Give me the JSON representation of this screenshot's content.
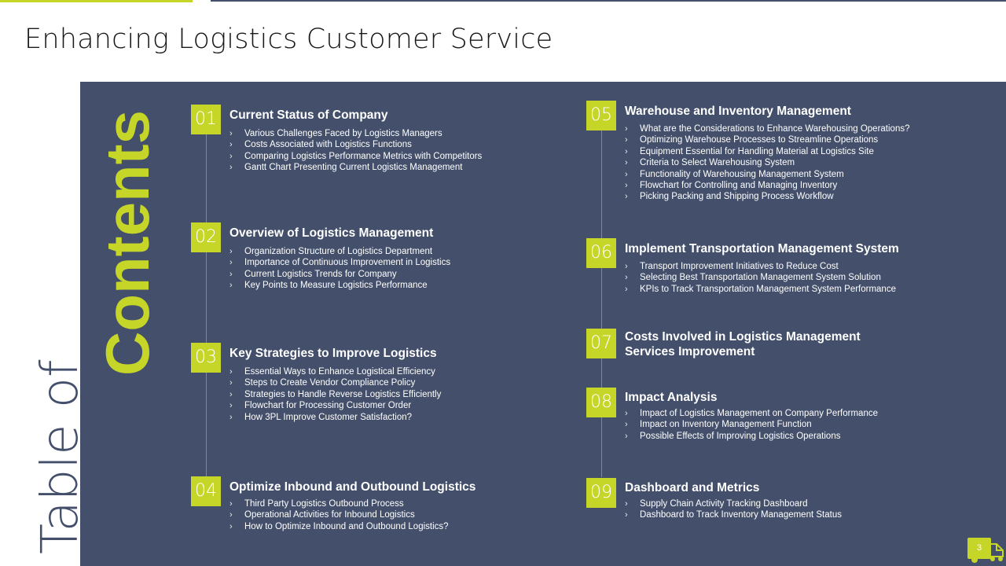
{
  "title": "Enhancing Logistics Customer Service",
  "side_title": {
    "line1": "Table of",
    "line2": "Contents"
  },
  "page_number": "3",
  "sections": [
    {
      "num": "01",
      "title": "Current Status of Company",
      "items": [
        "Various Challenges Faced by Logistics Managers",
        "Costs Associated with Logistics Functions",
        "Comparing Logistics Performance Metrics with Competitors",
        "Gantt Chart Presenting Current Logistics Management"
      ]
    },
    {
      "num": "02",
      "title": "Overview of Logistics Management",
      "items": [
        "Organization Structure of Logistics Department",
        "Importance of Continuous Improvement in Logistics",
        "Current Logistics Trends for Company",
        "Key Points to Measure Logistics Performance"
      ]
    },
    {
      "num": "03",
      "title": "Key Strategies to Improve Logistics",
      "items": [
        "Essential Ways to Enhance Logistical Efficiency",
        "Steps to Create Vendor Compliance Policy",
        "Strategies to Handle Reverse Logistics Efficiently",
        "Flowchart for Processing Customer Order",
        "How 3PL Improve Customer Satisfaction?"
      ]
    },
    {
      "num": "04",
      "title": "Optimize Inbound and Outbound Logistics",
      "items": [
        "Third Party Logistics Outbound Process",
        "Operational Activities for Inbound Logistics",
        "How to Optimize Inbound and Outbound Logistics?"
      ]
    },
    {
      "num": "05",
      "title": "Warehouse and Inventory Management",
      "items": [
        "What are the Considerations to Enhance Warehousing Operations?",
        "Optimizing Warehouse Processes to Streamline Operations",
        "Equipment Essential for Handling Material at Logistics Site",
        "Criteria to Select Warehousing System",
        "Functionality of Warehousing Management System",
        "Flowchart for Controlling and Managing Inventory",
        "Picking Packing and Shipping Process Workflow"
      ]
    },
    {
      "num": "06",
      "title": "Implement Transportation Management System",
      "items": [
        "Transport Improvement Initiatives to Reduce Cost",
        "Selecting Best Transportation Management System Solution",
        "KPIs to Track Transportation Management System Performance"
      ]
    },
    {
      "num": "07",
      "title_lines": [
        "Costs Involved in Logistics Management",
        "Services Improvement"
      ],
      "items": []
    },
    {
      "num": "08",
      "title": "Impact Analysis",
      "items": [
        "Impact of Logistics Management on Company Performance",
        "Impact on Inventory Management Function",
        "Possible Effects of Improving Logistics Operations"
      ]
    },
    {
      "num": "09",
      "title": "Dashboard and Metrics",
      "items": [
        "Supply Chain Activity Tracking Dashboard",
        "Dashboard to Track Inventory Management Status"
      ]
    }
  ],
  "colors": {
    "accent": "#c6d629",
    "panel": "#44506b",
    "text": "#ffffff"
  }
}
